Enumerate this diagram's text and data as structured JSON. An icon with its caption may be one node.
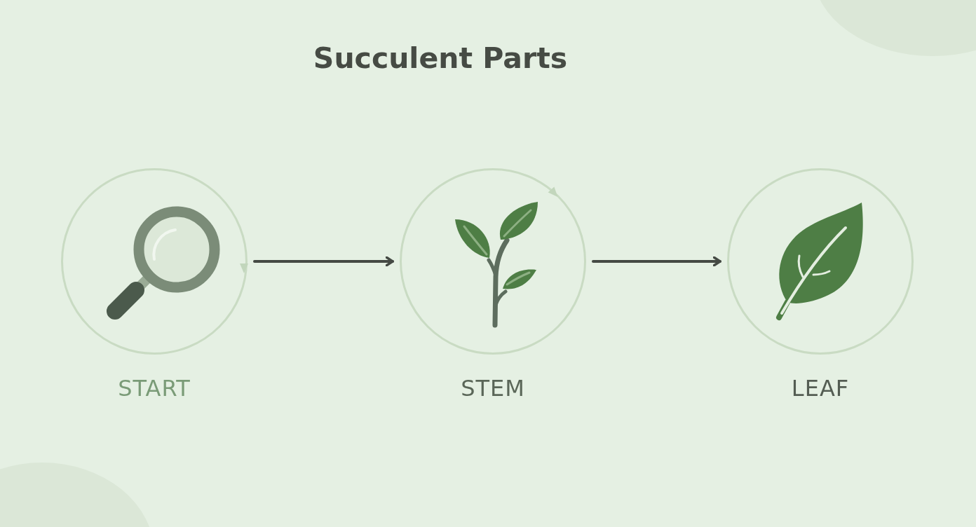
{
  "diagram": {
    "title": "Succulent Parts",
    "nodes": [
      {
        "text": [
          "START"
        ]
      },
      {
        "text": [
          "STEM"
        ]
      },
      {
        "text": [
          "LEAF"
        ]
      }
    ],
    "edges": [
      {
        "from": 0,
        "to": 1,
        "arrow": "to"
      },
      {
        "from": 1,
        "to": 2,
        "arrow": "to"
      }
    ]
  }
}
